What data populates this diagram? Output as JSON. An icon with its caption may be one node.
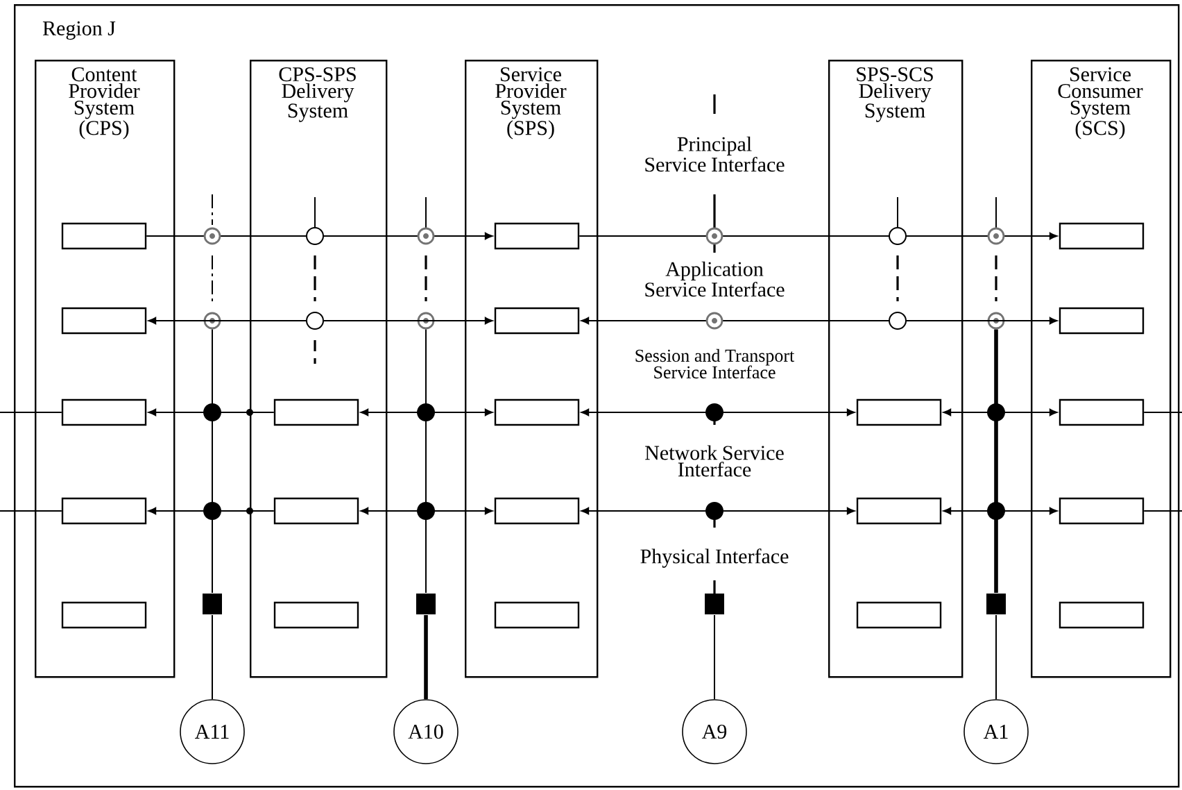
{
  "diagram": {
    "nodes": [
      {
        "text": [
          "Region J"
        ]
      },
      {
        "text": [
          "Content Provider System (CPS)"
        ],
        "in": 0
      },
      {
        "text": [
          "CPS-SPS Delivery System"
        ],
        "in": 0
      },
      {
        "text": [
          "Service Provider System (SPS)"
        ],
        "in": 0
      },
      {
        "text": [
          "SPS-SCS Delivery System"
        ],
        "in": 0
      },
      {
        "text": [
          "Service Consumer System (SCS)"
        ],
        "in": 0
      },
      {
        "text": [],
        "shape": "box",
        "in": 1
      },
      {
        "text": [],
        "shape": "box",
        "in": 1
      },
      {
        "text": [],
        "shape": "box",
        "in": 1
      },
      {
        "text": [],
        "shape": "box",
        "in": 1
      },
      {
        "text": [],
        "shape": "box",
        "in": 1
      },
      {
        "text": [],
        "shape": "box",
        "in": 2
      },
      {
        "text": [],
        "shape": "box",
        "in": 2
      },
      {
        "text": [],
        "shape": "box",
        "in": 2
      },
      {
        "text": [],
        "shape": "box",
        "in": 3
      },
      {
        "text": [],
        "shape": "box",
        "in": 3
      },
      {
        "text": [],
        "shape": "box",
        "in": 3
      },
      {
        "text": [],
        "shape": "box",
        "in": 3
      },
      {
        "text": [],
        "shape": "box",
        "in": 3
      },
      {
        "text": [],
        "shape": "box",
        "in": 4
      },
      {
        "text": [],
        "shape": "box",
        "in": 4
      },
      {
        "text": [],
        "shape": "box",
        "in": 4
      },
      {
        "text": [],
        "shape": "box",
        "in": 5
      },
      {
        "text": [],
        "shape": "box",
        "in": 5
      },
      {
        "text": [],
        "shape": "box",
        "in": 5
      },
      {
        "text": [],
        "shape": "box",
        "in": 5
      },
      {
        "text": [],
        "shape": "box",
        "in": 5
      },
      {
        "text": [
          "A11"
        ],
        "in": 0
      },
      {
        "text": [
          "A10"
        ],
        "in": 0
      },
      {
        "text": [
          "A9"
        ],
        "in": 0
      },
      {
        "text": [
          "A1"
        ],
        "in": 0
      },
      {
        "text": [],
        "shape": "circle",
        "in": 0
      },
      {
        "text": [],
        "shape": "circle",
        "in": 0
      },
      {
        "text": [],
        "shape": "circle",
        "in": 0
      },
      {
        "text": [],
        "shape": "box",
        "in": 0
      },
      {
        "text": [],
        "shape": "box",
        "in": 0
      },
      {
        "text": [],
        "shape": "box",
        "in": 0
      },
      {
        "text": [],
        "shape": "box",
        "in": 0
      }
    ],
    "edges": [
      {
        "from": 6,
        "to": 14,
        "arrow": "to"
      },
      {
        "from": 14,
        "to": 22,
        "arrow": "to"
      },
      {
        "from": 7,
        "to": 15,
        "arrow": "both"
      },
      {
        "from": 15,
        "to": 23,
        "arrow": "both"
      },
      {
        "from": null,
        "to": 8,
        "arrow": "none"
      },
      {
        "from": 11,
        "to": 8,
        "arrow": "to"
      },
      {
        "from": 11,
        "to": 16,
        "arrow": "both"
      },
      {
        "from": 16,
        "to": 19,
        "arrow": "both"
      },
      {
        "from": 19,
        "to": 24,
        "arrow": "both"
      },
      {
        "from": 24,
        "to": null,
        "arrow": "none"
      },
      {
        "from": null,
        "to": 9,
        "arrow": "none"
      },
      {
        "from": 12,
        "to": 9,
        "arrow": "to"
      },
      {
        "from": 12,
        "to": 17,
        "arrow": "both"
      },
      {
        "from": 17,
        "to": 20,
        "arrow": "both"
      },
      {
        "from": 20,
        "to": 25,
        "arrow": "both"
      },
      {
        "from": 25,
        "to": null,
        "arrow": "none"
      },
      {
        "from": 27,
        "to": 34,
        "arrow": "none"
      },
      {
        "from": 28,
        "to": 35,
        "arrow": "none",
        "style": "thick"
      },
      {
        "from": 29,
        "to": 36,
        "arrow": "none"
      },
      {
        "from": 30,
        "to": 37,
        "arrow": "none"
      },
      {
        "from": 34,
        "to": 31,
        "arrow": "none"
      },
      {
        "from": 35,
        "to": 32,
        "arrow": "none"
      },
      {
        "from": 37,
        "to": 33,
        "arrow": "none",
        "style": "thick"
      }
    ],
    "labels": [
      "Principal Service Interface",
      "Application Service Interface",
      "Session and Transport Service Interface",
      "Network Service Interface",
      "Physical Interface"
    ]
  }
}
